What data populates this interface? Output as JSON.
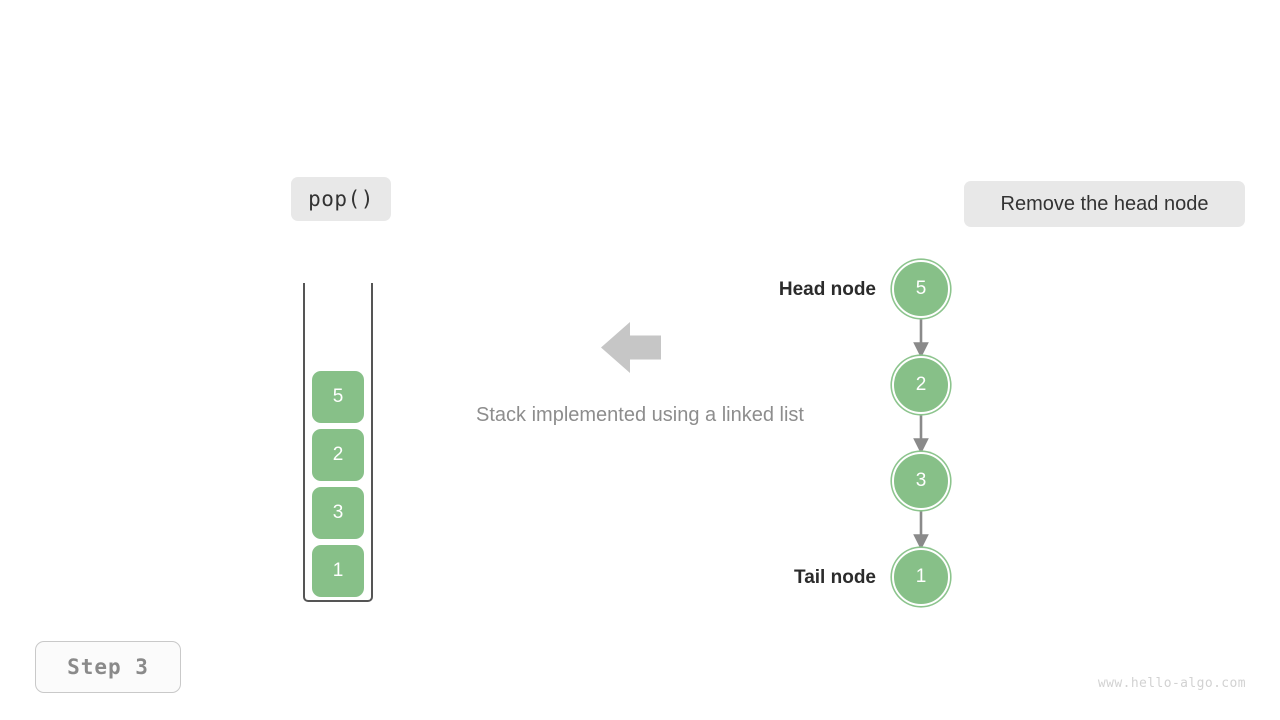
{
  "operation_badge": {
    "label": "pop()"
  },
  "action_badge": {
    "label": "Remove the head node"
  },
  "caption": {
    "text": "Stack implemented using a linked list"
  },
  "step_badge": {
    "label": "Step 3"
  },
  "watermark": {
    "text": "www.hello-algo.com"
  },
  "stack": {
    "items": [
      {
        "value": "5"
      },
      {
        "value": "2"
      },
      {
        "value": "3"
      },
      {
        "value": "1"
      }
    ]
  },
  "linked_list": {
    "head_label": "Head node",
    "tail_label": "Tail node",
    "nodes": [
      {
        "value": "5",
        "role": "head"
      },
      {
        "value": "2",
        "role": "middle"
      },
      {
        "value": "3",
        "role": "middle"
      },
      {
        "value": "1",
        "role": "tail"
      }
    ]
  },
  "colors": {
    "node_green": "#87c088",
    "node_ring": "#8cc48d",
    "badge_gray": "#e8e8e8",
    "text_dark": "#2b2b2b",
    "text_muted": "#8d8d8d",
    "arrow_gray": "#c6c6c6",
    "edge_gray": "#8a8a8a",
    "container_border": "#555555",
    "watermark_gray": "#d2d2d2"
  }
}
